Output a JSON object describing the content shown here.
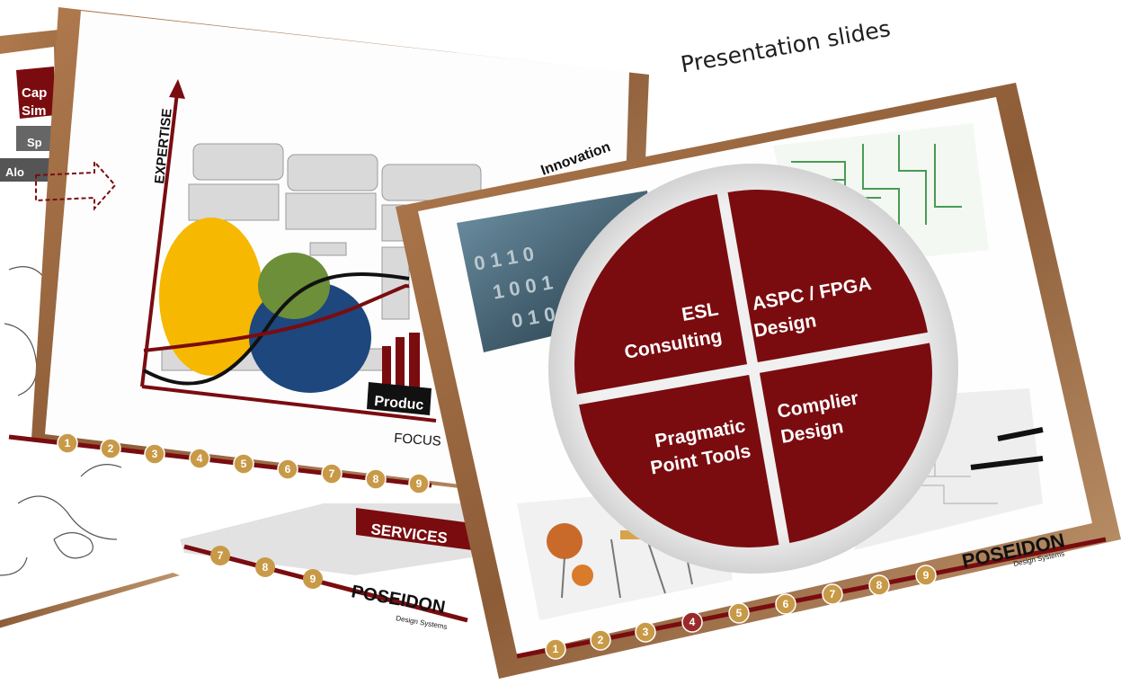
{
  "caption": "Presentation slides",
  "colors": {
    "accent": "#7a0c10",
    "rock": "#9a6b45",
    "ellipse_yellow": "#f6b800",
    "ellipse_green": "#6d8f3a",
    "ellipse_blue": "#1d477d"
  },
  "slide_back": {
    "header_labels": [
      "Cap",
      "Sim",
      "Sp",
      "Alo"
    ],
    "services_label": "SERVICES",
    "timeline_numbers": [
      "7",
      "8",
      "9"
    ]
  },
  "slide_middle": {
    "y_axis_label": "EXPERTISE",
    "x_axis_label": "FOCUS",
    "diagonal_label": "Innovation",
    "product_label": "Produc",
    "timeline_numbers": [
      "1",
      "2",
      "3",
      "4",
      "5",
      "6",
      "7",
      "8",
      "9"
    ]
  },
  "slide_front": {
    "quadrants": [
      {
        "line1": "ESL",
        "line2": "Consulting"
      },
      {
        "line1": "ASPC / FPGA",
        "line2": "Design"
      },
      {
        "line1": "Pragmatic",
        "line2": "Point Tools"
      },
      {
        "line1": "Complier",
        "line2": "Design"
      }
    ],
    "timeline_numbers": [
      "1",
      "2",
      "3",
      "4",
      "5",
      "6",
      "7",
      "8",
      "9"
    ],
    "active_step": "4",
    "icon_names": [
      "binary-digits-image-icon",
      "circuit-board-image-icon",
      "electronic-components-image-icon",
      "pen-and-schematic-image-icon"
    ]
  },
  "logo": {
    "text": "POSEIDON",
    "subtitle": "Design Systems"
  }
}
